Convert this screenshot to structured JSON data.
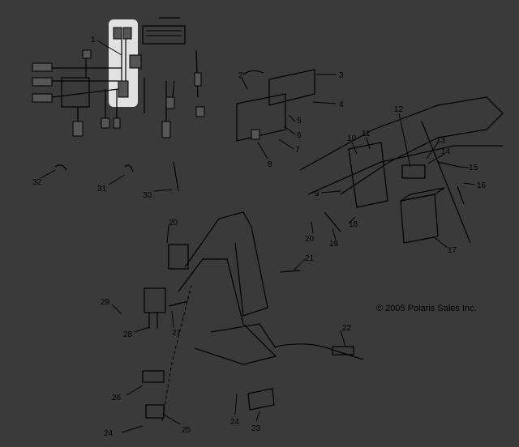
{
  "copyright": "© 2005 Polaris Sales Inc.",
  "callouts": [
    {
      "id": "c1",
      "text": "1"
    },
    {
      "id": "c2",
      "text": "2"
    },
    {
      "id": "c3",
      "text": "3"
    },
    {
      "id": "c4",
      "text": "4"
    },
    {
      "id": "c5",
      "text": "5"
    },
    {
      "id": "c6",
      "text": "6"
    },
    {
      "id": "c7",
      "text": "7"
    },
    {
      "id": "c8",
      "text": "8"
    },
    {
      "id": "c9",
      "text": "9"
    },
    {
      "id": "c10",
      "text": "10"
    },
    {
      "id": "c11",
      "text": "11"
    },
    {
      "id": "c12",
      "text": "12"
    },
    {
      "id": "c13",
      "text": "13"
    },
    {
      "id": "c14",
      "text": "14"
    },
    {
      "id": "c15",
      "text": "15"
    },
    {
      "id": "c16",
      "text": "16"
    },
    {
      "id": "c17",
      "text": "17"
    },
    {
      "id": "c18",
      "text": "18"
    },
    {
      "id": "c19",
      "text": "19"
    },
    {
      "id": "c20a",
      "text": "20"
    },
    {
      "id": "c20b",
      "text": "20"
    },
    {
      "id": "c21",
      "text": "21"
    },
    {
      "id": "c22",
      "text": "22"
    },
    {
      "id": "c23",
      "text": "23"
    },
    {
      "id": "c24a",
      "text": "24"
    },
    {
      "id": "c24b",
      "text": "24"
    },
    {
      "id": "c25",
      "text": "25"
    },
    {
      "id": "c26",
      "text": "26"
    },
    {
      "id": "c27",
      "text": "27"
    },
    {
      "id": "c28",
      "text": "28"
    },
    {
      "id": "c29",
      "text": "29"
    },
    {
      "id": "c30",
      "text": "30"
    },
    {
      "id": "c31",
      "text": "31"
    },
    {
      "id": "c32",
      "text": "32"
    }
  ]
}
